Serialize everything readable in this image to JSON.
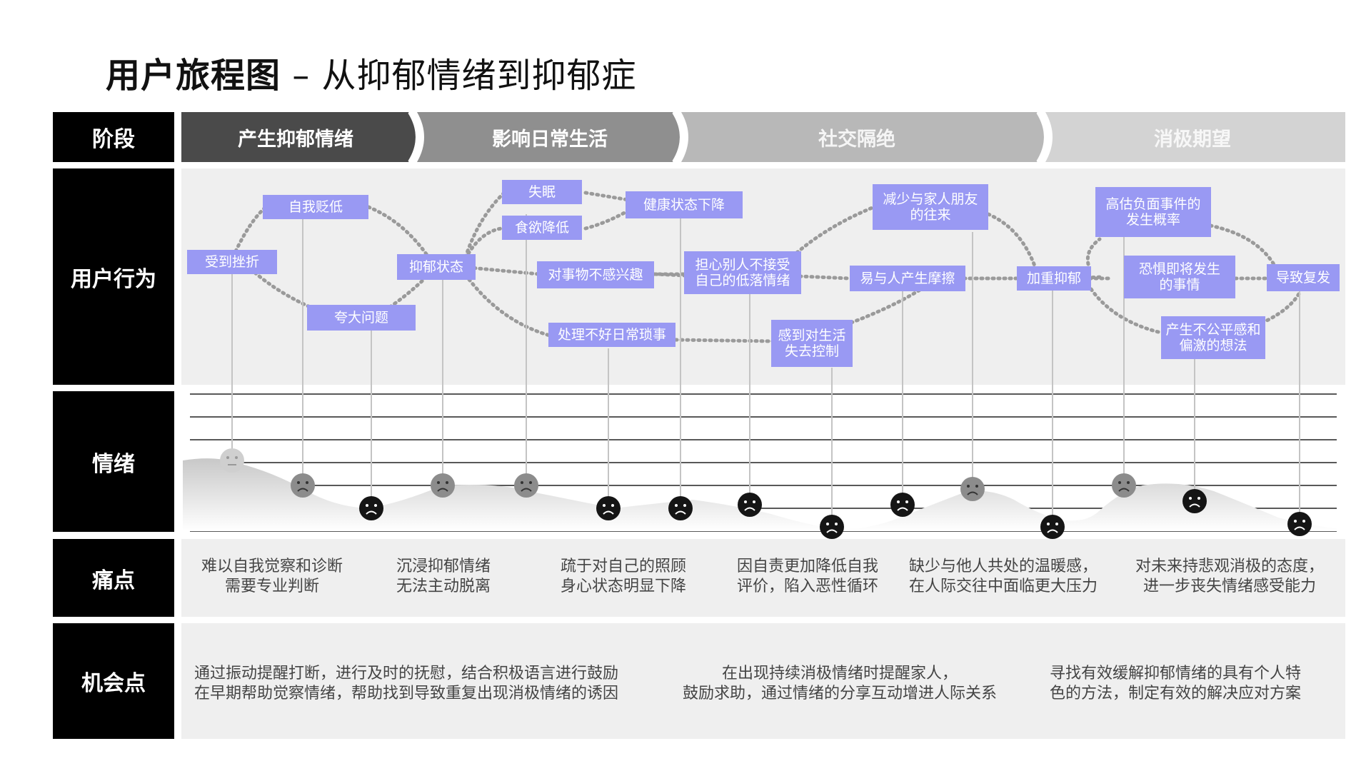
{
  "title": {
    "main": "用户旅程图",
    "sub": " – 从抑郁情绪到抑郁症"
  },
  "rows": {
    "stage": "阶段",
    "behavior": "用户行为",
    "emotion": "情绪",
    "pain": "痛点",
    "opportunity": "机会点"
  },
  "stages": [
    "产生抑郁情绪",
    "影响日常生活",
    "社交隔绝",
    "消极期望"
  ],
  "stage_colors": [
    "#4a4a4a",
    "#8f8f8f",
    "#b8b8b8",
    "#d3d3d3"
  ],
  "node_color": "#9999f3",
  "behaviors": [
    "受到挫折",
    "自我贬低",
    "夸大问题",
    "抑郁状态",
    "失眠",
    "食欲降低",
    "健康状态下降",
    "对事物不感兴趣",
    "处理不好日常琐事",
    "担心别人不接受\n自己的低落情绪",
    "感到对生活\n失去控制",
    "减少与家人朋友\n的往来",
    "易与人产生摩擦",
    "加重抑郁",
    "高估负面事件的\n发生概率",
    "恐惧即将发生\n的事情",
    "产生不公平感和\n偏激的想法",
    "导致复发"
  ],
  "emotions": [
    "neutral",
    "sad",
    "very-sad",
    "sad",
    "sad",
    "very-sad",
    "very-sad",
    "very-sad",
    "very-sad",
    "very-sad",
    "sad",
    "very-sad",
    "sad",
    "very-sad",
    "very-sad"
  ],
  "pain_points": [
    {
      "line1": "难以自我觉察和诊断",
      "line2": "需要专业判断"
    },
    {
      "line1": "沉浸抑郁情绪",
      "line2": "无法主动脱离"
    },
    {
      "line1": "疏于对自己的照顾",
      "line2": "身心状态明显下降"
    },
    {
      "line1": "因自责更加降低自我",
      "line2": "评价，陷入恶性循环"
    },
    {
      "line1": "缺少与他人共处的温暖感，",
      "line2": "在人际交往中面临更大压力"
    },
    {
      "line1": "对未来持悲观消极的态度，",
      "line2": "进一步丧失情绪感受能力"
    }
  ],
  "opportunities": [
    {
      "line1": "通过振动提醒打断，进行及时的抚慰，结合积极语言进行鼓励",
      "line2": "在早期帮助觉察情绪，帮助找到导致重复出现消极情绪的诱因"
    },
    {
      "line1": "在出现持续消极情绪时提醒家人，",
      "line2": "鼓励求助，通过情绪的分享互动增进人际关系"
    },
    {
      "line1": "寻找有效缓解抑郁情绪的具有个人特",
      "line2": "色的方法，制定有效的解决应对方案"
    }
  ]
}
